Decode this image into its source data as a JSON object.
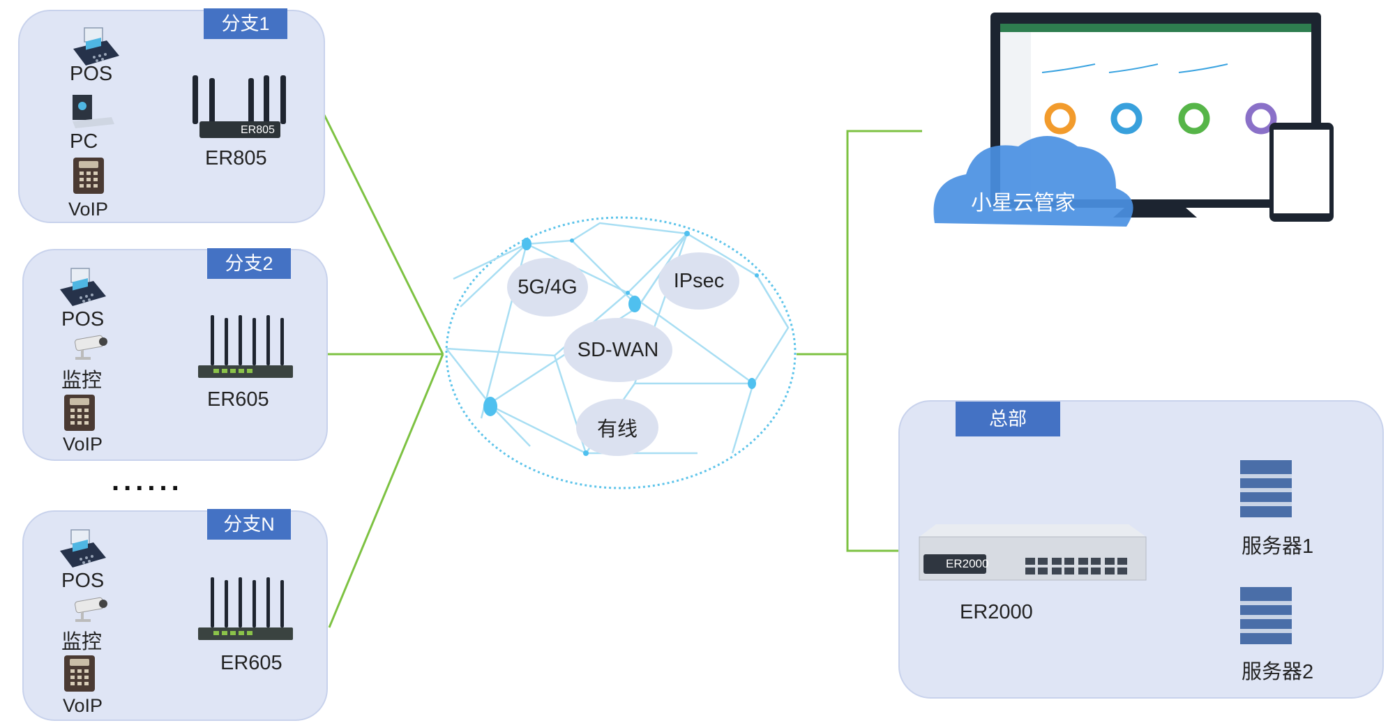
{
  "branches": [
    {
      "tag": "分支1",
      "router": "ER805",
      "devices": [
        "POS",
        "PC",
        "VoIP"
      ]
    },
    {
      "tag": "分支2",
      "router": "ER605",
      "devices": [
        "POS",
        "监控",
        "VoIP"
      ]
    },
    {
      "tag": "分支N",
      "router": "ER605",
      "devices": [
        "POS",
        "监控",
        "VoIP"
      ]
    }
  ],
  "router_badge": "ER805",
  "ellipsis": "......",
  "network_bubbles": [
    "5G/4G",
    "IPsec",
    "SD-WAN",
    "有线"
  ],
  "cloud_label": "小星云管家",
  "hq": {
    "tag": "总部",
    "device": "ER2000",
    "badge": "ER2000",
    "servers": [
      "服务器1",
      "服务器2"
    ]
  },
  "colors": {
    "panel": "#dfe5f5",
    "tag": "#4472c4",
    "line": "#7dc242",
    "mesh": "#5ec4ea"
  }
}
